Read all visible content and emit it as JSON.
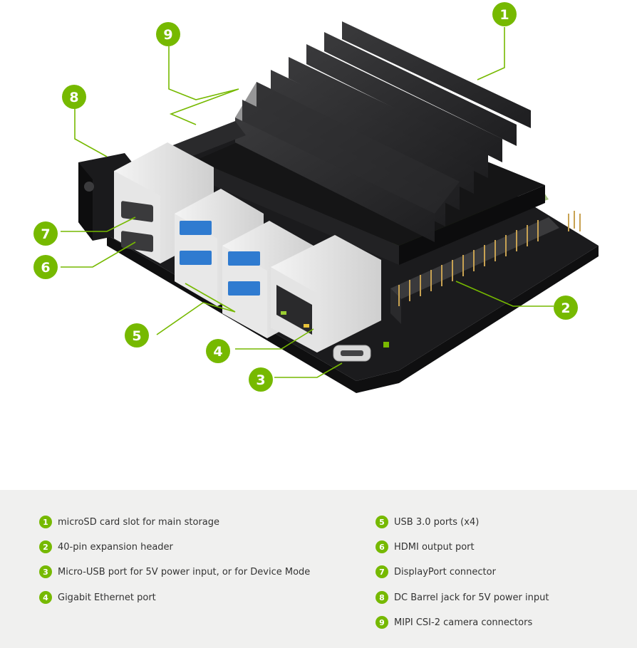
{
  "colors": {
    "accent": "#76b900",
    "panel_background": "#f0f0ef",
    "heatsink": "#2b2b2d",
    "board": "#1f1f21",
    "usb_blue": "#2f7bd0"
  },
  "callouts": [
    {
      "num": "1",
      "label": "microSD card slot for main storage"
    },
    {
      "num": "2",
      "label": "40-pin expansion header"
    },
    {
      "num": "3",
      "label": "Micro-USB port for 5V power input, or for Device Mode"
    },
    {
      "num": "4",
      "label": "Gigabit Ethernet port"
    },
    {
      "num": "5",
      "label": "USB 3.0 ports (x4)"
    },
    {
      "num": "6",
      "label": "HDMI output port"
    },
    {
      "num": "7",
      "label": "DisplayPort connector"
    },
    {
      "num": "8",
      "label": "DC Barrel jack for 5V power input"
    },
    {
      "num": "9",
      "label": "MIPI CSI-2 camera connectors"
    }
  ]
}
